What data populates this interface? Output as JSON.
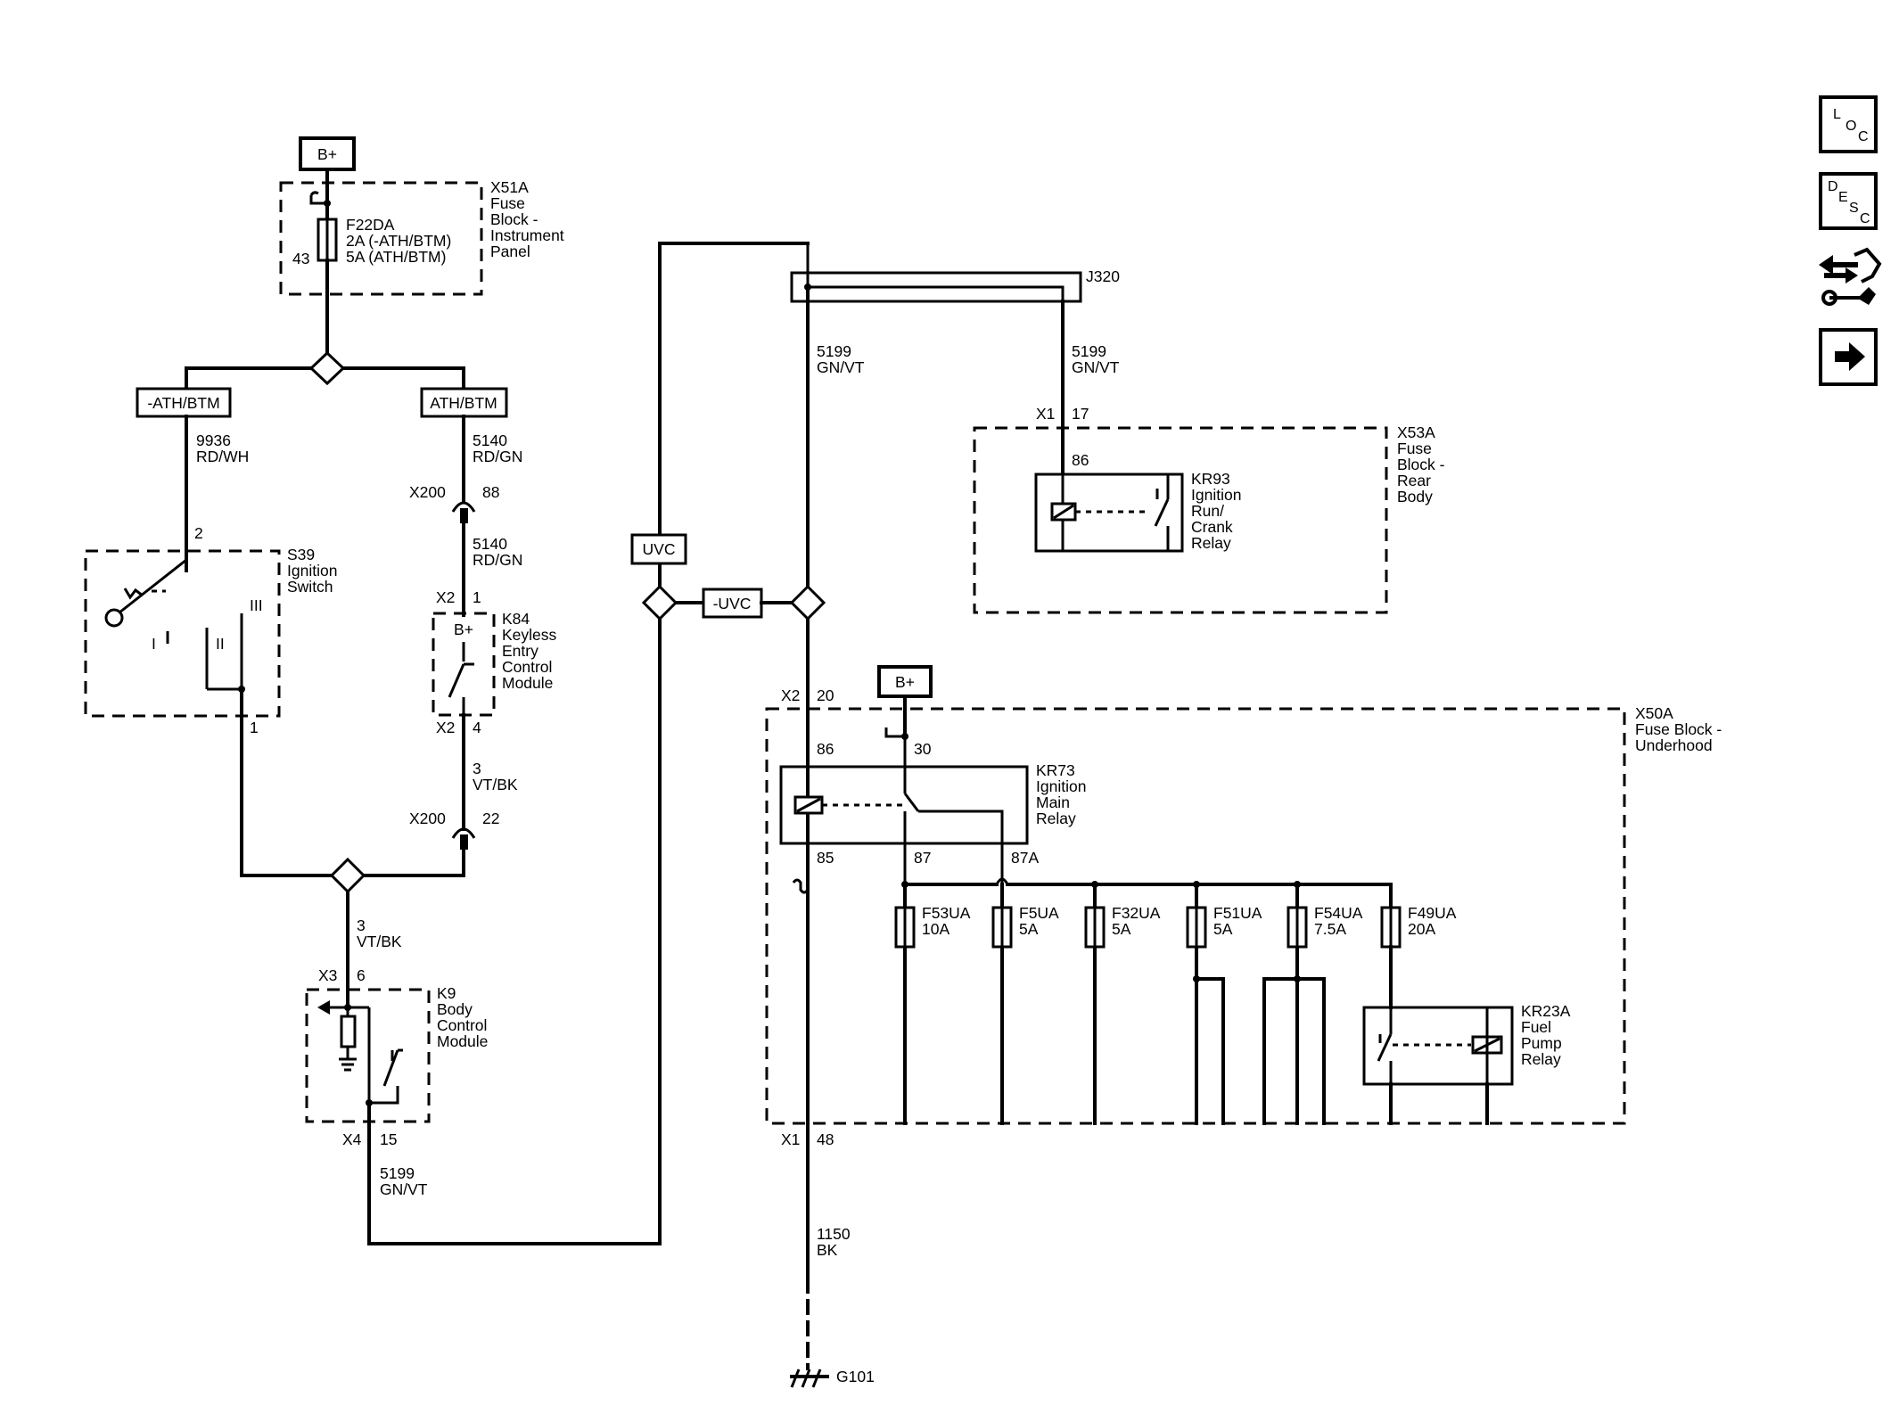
{
  "labels": {
    "bplus_top": "B+",
    "x51a_box": [
      "X51A",
      "Fuse",
      "Block -",
      "Instrument",
      "Panel"
    ],
    "f22da": [
      "F22DA",
      "2A (-ATH/BTM)",
      "5A (ATH/BTM)"
    ],
    "pin_43": "43",
    "opt_ath_neg": "-ATH/BTM",
    "opt_ath": "ATH/BTM",
    "wire_9936": [
      "9936",
      "RD/WH"
    ],
    "wire_5140_a": [
      "5140",
      "RD/GN"
    ],
    "x200_a": "X200",
    "pin_88": "88",
    "wire_5140_b": [
      "5140",
      "RD/GN"
    ],
    "x2_a": "X2",
    "pin_1_a": "1",
    "k84_bplus": "B+",
    "k84": [
      "K84",
      "Keyless",
      "Entry",
      "Control",
      "Module"
    ],
    "x2_b": "X2",
    "pin_4": "4",
    "wire_3_a": [
      "3",
      "VT/BK"
    ],
    "x200_b": "X200",
    "pin_22": "22",
    "pin_2": "2",
    "s39": [
      "S39",
      "Ignition",
      "Switch"
    ],
    "sw_i": "I",
    "sw_ii": "II",
    "sw_iii": "III",
    "pin_1_b": "1",
    "wire_3_b": [
      "3",
      "VT/BK"
    ],
    "x3": "X3",
    "pin_6": "6",
    "k9": [
      "K9",
      "Body",
      "Control",
      "Module"
    ],
    "x4": "X4",
    "pin_15": "15",
    "wire_5199_c": [
      "5199",
      "GN/VT"
    ],
    "opt_uvc": "UVC",
    "opt_uvc_neg": "-UVC",
    "j320": "J320",
    "wire_5199_a": [
      "5199",
      "GN/VT"
    ],
    "wire_5199_b": [
      "5199",
      "GN/VT"
    ],
    "x1_a": "X1",
    "pin_17": "17",
    "x53a": [
      "X53A",
      "Fuse",
      "Block -",
      "Rear",
      "Body"
    ],
    "pin_86_a": "86",
    "kr93": [
      "KR93",
      "Ignition",
      "Run/",
      "Crank",
      "Relay"
    ],
    "bplus_mid": "B+",
    "x2_c": "X2",
    "pin_20": "20",
    "x50a": [
      "X50A",
      "Fuse Block -",
      "Underhood"
    ],
    "pin_86_b": "86",
    "pin_30": "30",
    "kr73": [
      "KR73",
      "Ignition",
      "Main",
      "Relay"
    ],
    "pin_85": "85",
    "pin_87": "87",
    "pin_87a": "87A",
    "f53ua": [
      "F53UA",
      "10A"
    ],
    "f5ua": [
      "F5UA",
      "5A"
    ],
    "f32ua": [
      "F32UA",
      "5A"
    ],
    "f51ua": [
      "F51UA",
      "5A"
    ],
    "f54ua": [
      "F54UA",
      "7.5A"
    ],
    "f49ua": [
      "F49UA",
      "20A"
    ],
    "kr23a": [
      "KR23A",
      "Fuel",
      "Pump",
      "Relay"
    ],
    "x1_b": "X1",
    "pin_48": "48",
    "wire_1150": [
      "1150",
      "BK"
    ],
    "g101": "G101"
  },
  "nav": {
    "loc": [
      "L",
      "O",
      "C"
    ],
    "desc": [
      "D",
      "E",
      "S",
      "C"
    ]
  }
}
